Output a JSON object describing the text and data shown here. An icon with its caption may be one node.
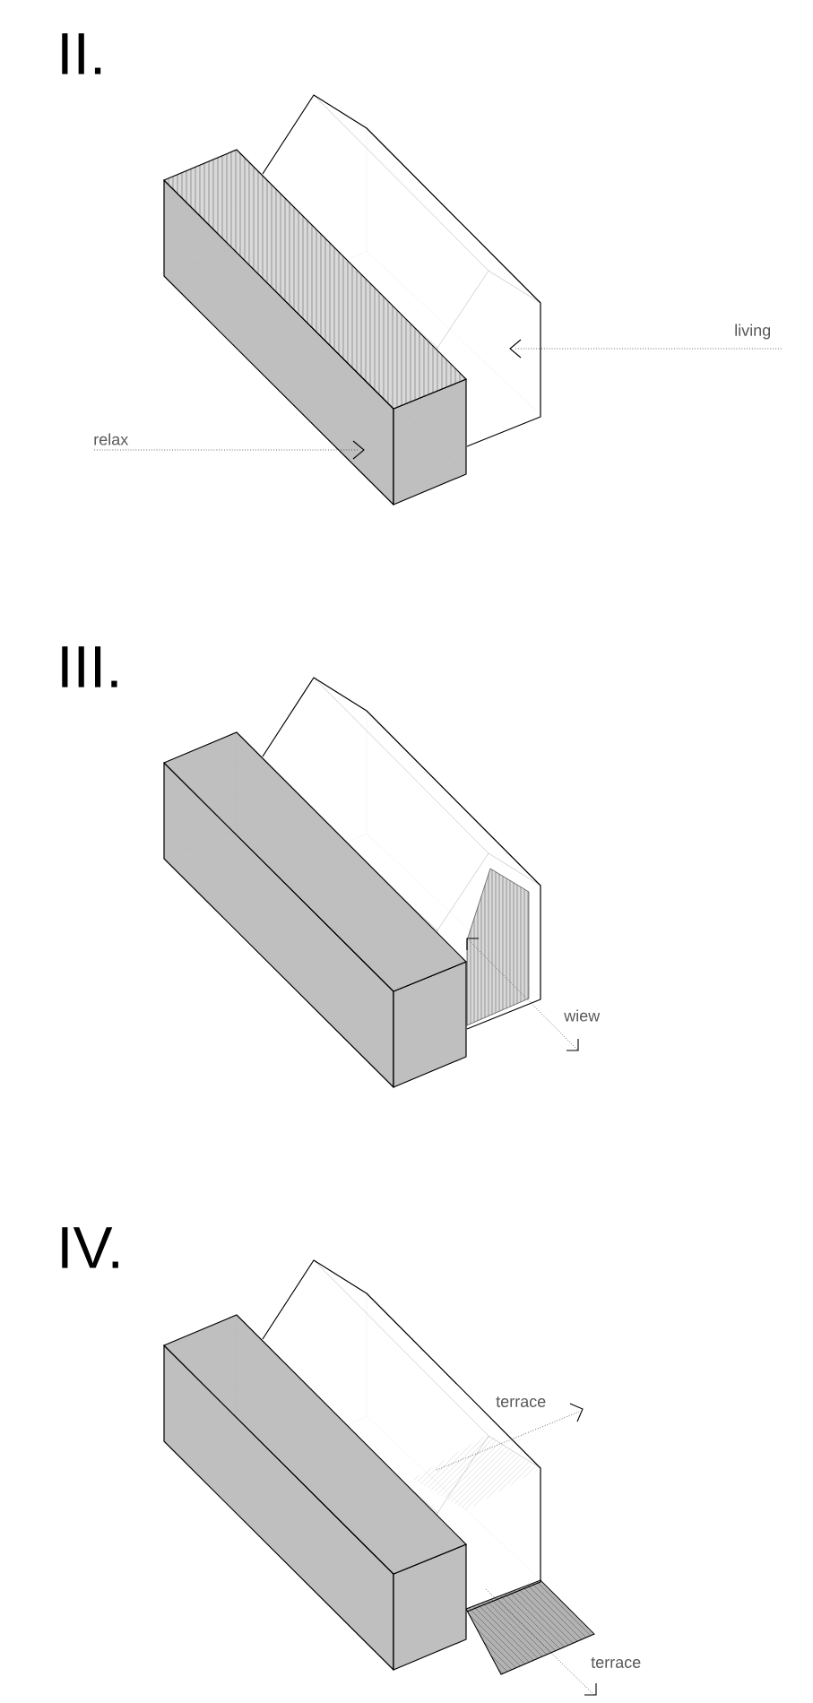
{
  "diagram": {
    "labels": [
      "II.",
      "living",
      "relax",
      "III.",
      "wiew",
      "IV.",
      "terrace",
      "terrace"
    ]
  }
}
